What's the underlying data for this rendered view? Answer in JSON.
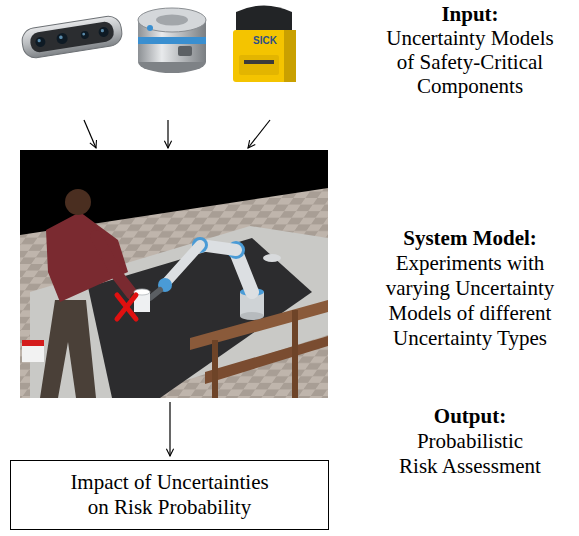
{
  "diagram": {
    "nodes": [
      {
        "text": [
          "Impact of Uncertainties on Risk Probability"
        ]
      }
    ],
    "labels": [
      "Input:",
      "Uncertainty Models of Safety-Critical Components",
      "System Model:",
      "Experiments with varying Uncertainty Models of different Uncertainty Types",
      "Output:",
      "Probabilistic Risk Assessment",
      "SICK"
    ]
  }
}
